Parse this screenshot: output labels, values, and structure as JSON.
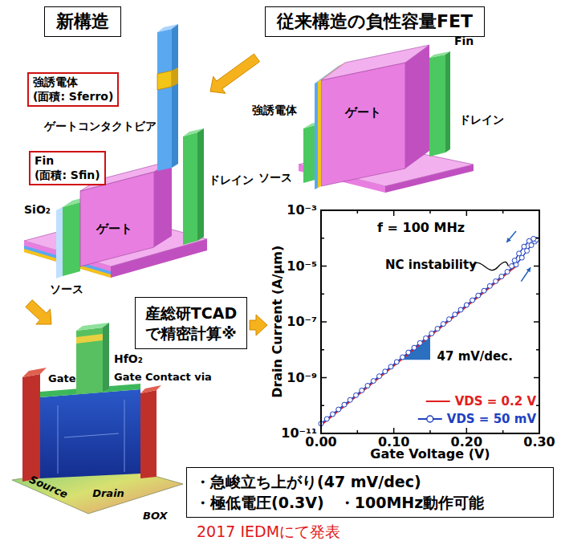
{
  "diagram": {
    "nodes": [
      {
        "text": [
          "新構造"
        ]
      },
      {
        "text": [
          "従来構造の負性容量FET"
        ]
      },
      {
        "text": [
          "強誘電体",
          "(面積: Sferro)"
        ]
      },
      {
        "text": [
          "Fin",
          "(面積: Sfin)"
        ]
      },
      {
        "text": [
          "産総研TCADで精密計算※"
        ]
      },
      {
        "text": [
          "・急峻立ち上がり(47 mV/dec)",
          "・極低電圧(0.3V)　・100MHz動作可能"
        ]
      }
    ],
    "labels": [
      "ゲートコンタクトビア",
      "ドレイン",
      "SiO₂",
      "ゲート",
      "ソース",
      "Fin",
      "ゲート",
      "強誘電体",
      "ドレイン",
      "ソース",
      "HfO₂",
      "Gate",
      "Gate Contact via",
      "Source",
      "Drain",
      "BOX",
      "f = 100 MHz",
      "NC instability",
      "47 mV/dec.",
      "Drain Current (A/µm)",
      "Gate Voltage (V)",
      "10⁻³",
      "10⁻⁵",
      "10⁻⁷",
      "10⁻⁹",
      "10⁻¹¹",
      "0.00",
      "0.10",
      "0.20",
      "0.30",
      "2017 IEDMにて発表"
    ],
    "legend": [
      {
        "text": "VDS = 0.2 V"
      },
      {
        "text": "VDS = 50 mV"
      }
    ]
  }
}
